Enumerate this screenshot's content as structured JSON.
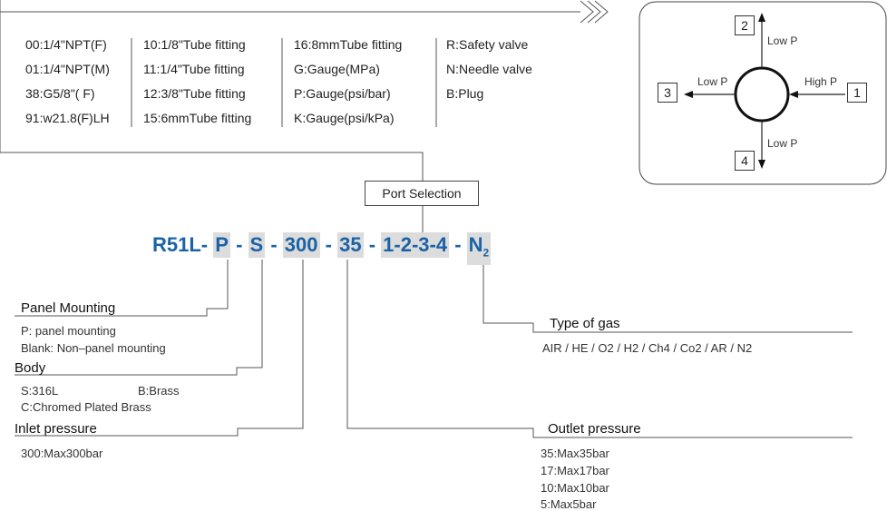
{
  "port_table": {
    "col1": [
      "00:1/4\"NPT(F)",
      "01:1/4\"NPT(M)",
      "38:G5/8\"( F)",
      "91:w21.8(F)LH"
    ],
    "col2": [
      "10:1/8\"Tube fitting",
      "11:1/4\"Tube fitting",
      "12:3/8\"Tube fitting",
      "15:6mmTube fitting"
    ],
    "col3": [
      "16:8mmTube fitting",
      "G:Gauge(MPa)",
      "P:Gauge(psi/bar)",
      "K:Gauge(psi/kPa)"
    ],
    "col4": [
      "R:Safety valve",
      "N:Needle valve",
      "B:Plug"
    ]
  },
  "port_selection_label": "Port Selection",
  "port_diagram": {
    "ports": {
      "p1": "1",
      "p2": "2",
      "p3": "3",
      "p4": "4"
    },
    "labels": {
      "high": "High P",
      "low_top": "Low P",
      "low_left": "Low P",
      "low_bottom": "Low P"
    }
  },
  "model_code": {
    "prefix": "R51L-",
    "panel": "P",
    "sep1": "-",
    "body": "S",
    "sep2": "-",
    "inlet": "300",
    "sep3": "-",
    "outlet": "35",
    "sep4": "-",
    "ports": "1-2-3-4",
    "sep5": "-",
    "gas": "N",
    "gas_sub": "2"
  },
  "sections": {
    "panel": {
      "title": "Panel Mounting",
      "lines": [
        "P: panel mounting",
        "Blank: Non–panel mounting"
      ]
    },
    "body": {
      "title": "Body",
      "line1a": "S:316L",
      "line1b": "B:Brass",
      "line2": "C:Chromed Plated Brass"
    },
    "inlet": {
      "title": "Inlet pressure",
      "lines": [
        "300:Max300bar"
      ]
    },
    "gas": {
      "title": "Type of gas",
      "lines": [
        "AIR / HE / O2  / H2  / Ch4 / Co2  / AR / N2"
      ]
    },
    "outlet": {
      "title": "Outlet pressure",
      "lines": [
        "35:Max35bar",
        "17:Max17bar",
        "10:Max10bar",
        "5:Max5bar"
      ]
    }
  }
}
